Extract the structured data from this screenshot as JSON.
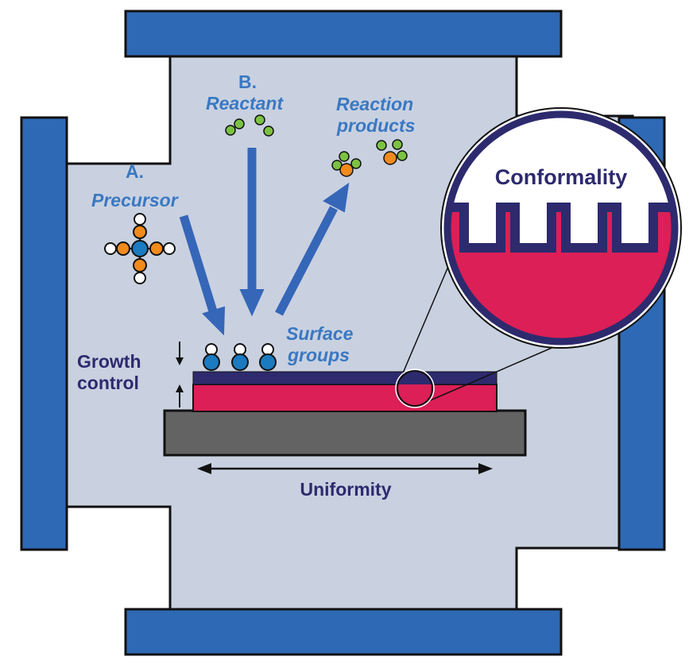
{
  "labels": {
    "a_letter": "A.",
    "a_name": "Precursor",
    "b_letter": "B.",
    "b_name": "Reactant",
    "products_line1": "Reaction",
    "products_line2": "products",
    "surface_line1": "Surface",
    "surface_line2": "groups",
    "growth_line1": "Growth",
    "growth_line2": "control",
    "uniformity": "Uniformity",
    "conformality": "Conformality"
  },
  "colors": {
    "chamber_fill": "#c9d1e0",
    "flange": "#2e69b5",
    "arrow": "#3566b8",
    "film_top": "#2d2a6e",
    "film_bottom": "#dc1f56",
    "substrate": "#636363",
    "atom_orange": "#f28a1c",
    "atom_green": "#7cc242",
    "atom_blue": "#1b7ac0",
    "atom_white": "#ffffff"
  }
}
